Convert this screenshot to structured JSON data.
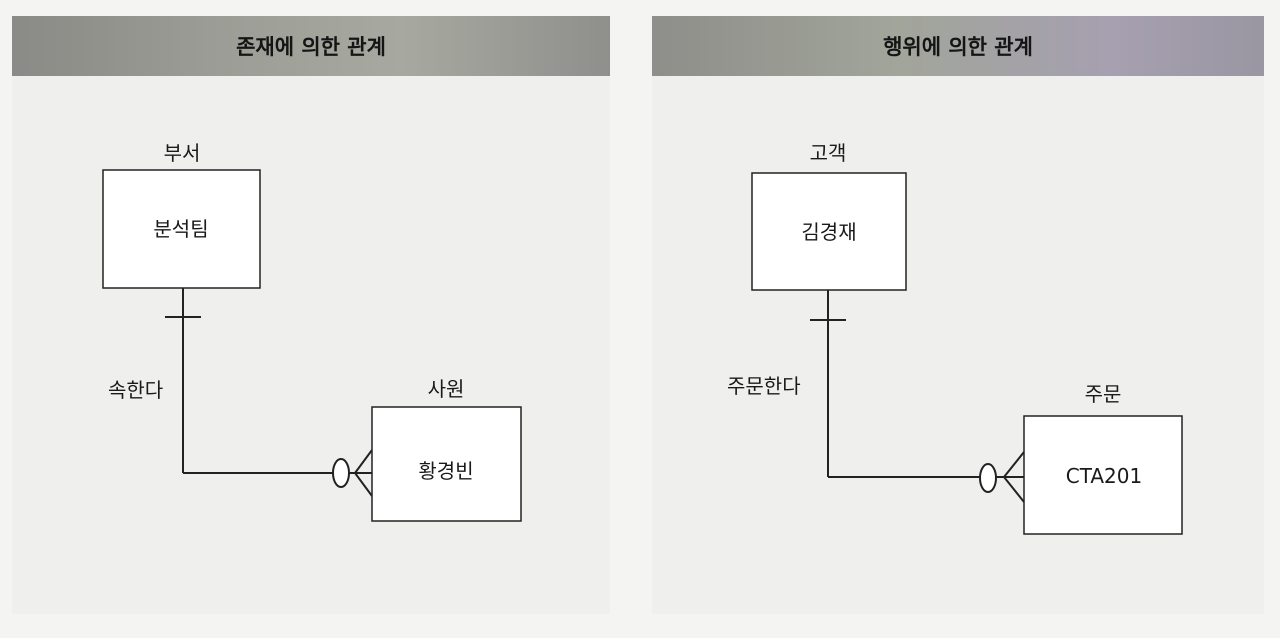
{
  "left_panel": {
    "title": "존재에 의한 관계",
    "parent_entity": {
      "name": "부서",
      "instance": "분석팀"
    },
    "child_entity": {
      "name": "사원",
      "instance": "황경빈"
    },
    "relationship_label": "속한다"
  },
  "right_panel": {
    "title": "행위에 의한 관계",
    "parent_entity": {
      "name": "고객",
      "instance": "김경재"
    },
    "child_entity": {
      "name": "주문",
      "instance": "CTA201"
    },
    "relationship_label": "주문한다"
  }
}
